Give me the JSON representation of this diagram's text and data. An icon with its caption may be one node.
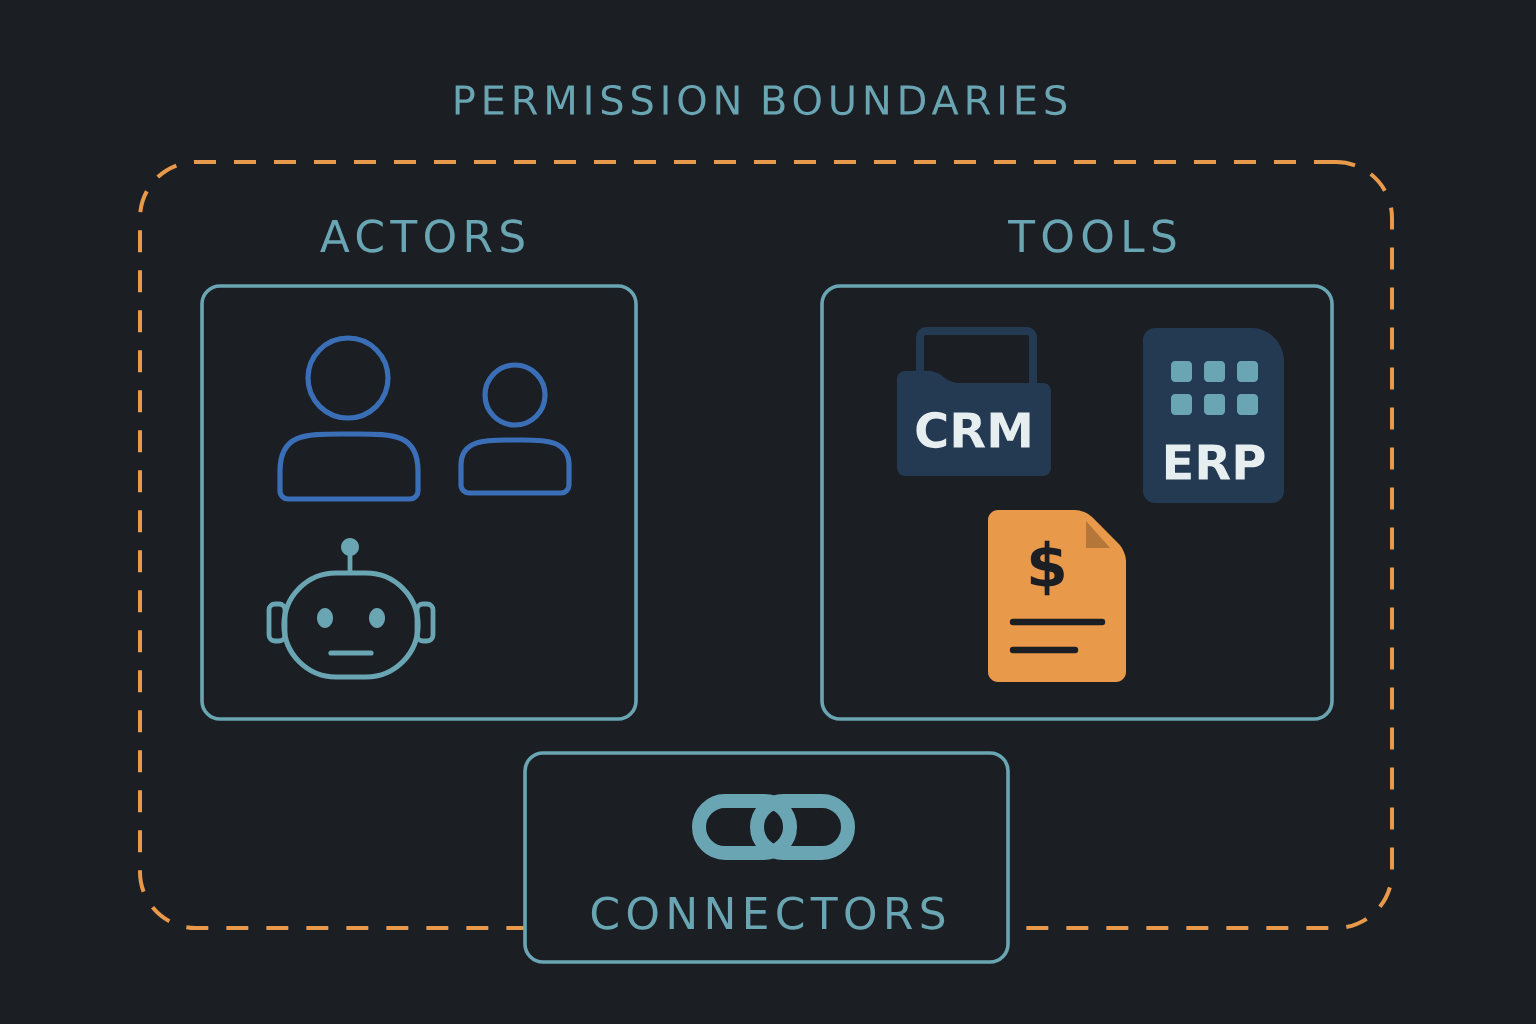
{
  "diagram": {
    "nodes": [
      {
        "text": [
          "PERMISSION BOUNDARIES"
        ]
      },
      {
        "text": [
          "ACTORS"
        ],
        "in": 0
      },
      {
        "text": [
          "TOOLS"
        ],
        "in": 0
      },
      {
        "text": [
          "CONNECTORS"
        ]
      },
      {
        "text": [
          "CRM"
        ],
        "in": 2
      },
      {
        "text": [
          "ERP"
        ],
        "in": 2
      }
    ],
    "labels": [
      "$"
    ]
  }
}
